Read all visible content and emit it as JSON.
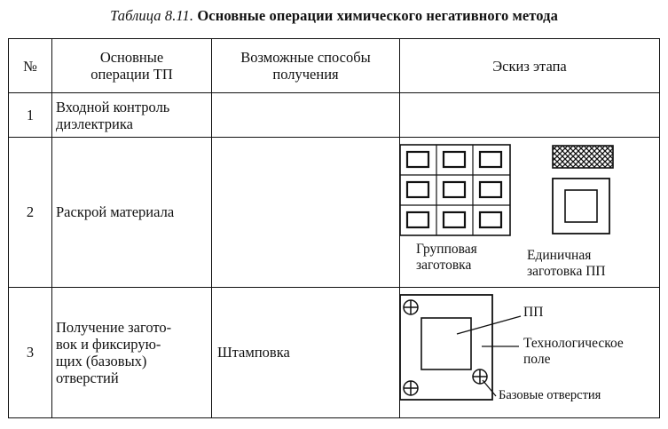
{
  "caption": {
    "label": "Таблица 8.11.",
    "title": "Основные операции химического негативного метода"
  },
  "columns": {
    "num": "№",
    "ops": "Основные\nоперации ТП",
    "methods": "Возможные способы\nполучения",
    "sketch": "Эскиз этапа"
  },
  "rows": [
    {
      "num": "1",
      "operation": "Входной контроль\nдиэлектрика",
      "method": ""
    },
    {
      "num": "2",
      "operation": "Раскрой материала",
      "method": ""
    },
    {
      "num": "3",
      "operation": "Получение загото-\nвок и фиксирую-\nщих (базовых)\nотверстий",
      "method": "Штамповка"
    }
  ],
  "sketches": {
    "group_blank": "Групповая\nзаготовка",
    "single_blank": "Единичная\nзаготовка ПП",
    "pp": "ПП",
    "tech_field": "Технологическое\nполе",
    "base_holes": "Базовые отверстия"
  }
}
